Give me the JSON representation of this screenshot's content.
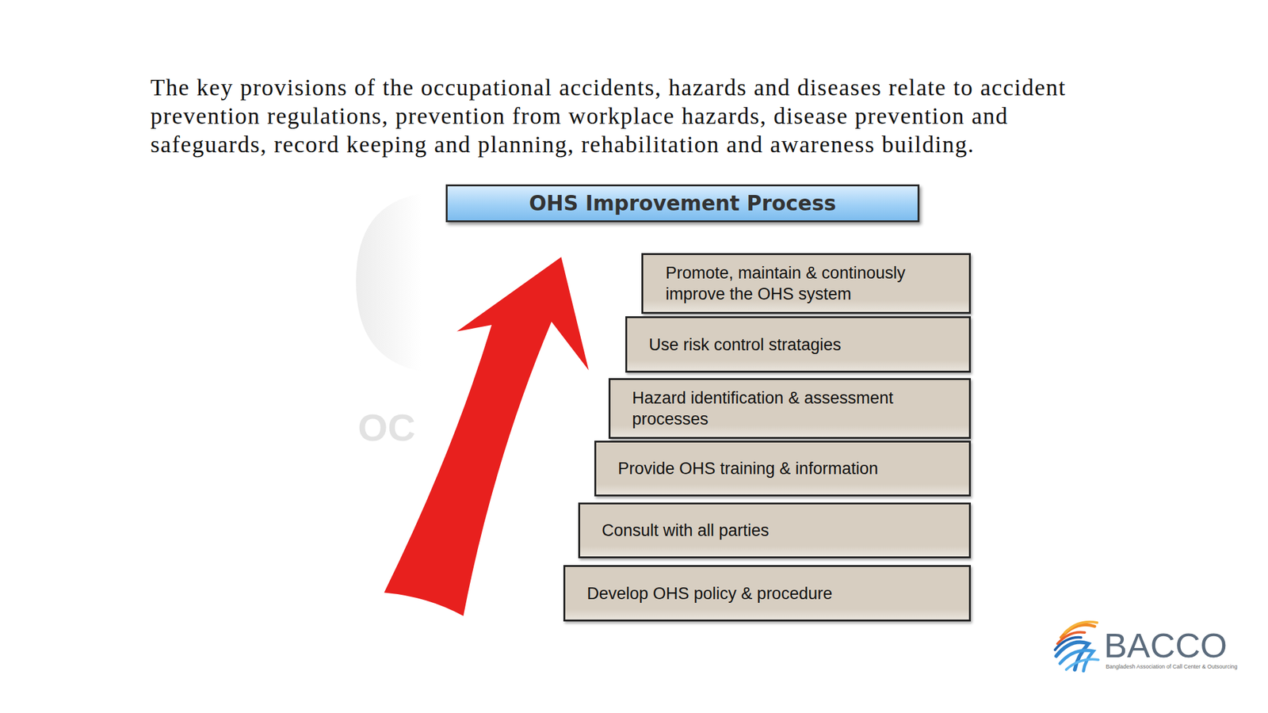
{
  "diagram": {
    "title": "OHS Improvement Process",
    "nodes": [
      {
        "text": [
          "Promote, maintain & continously improve the OHS system"
        ]
      },
      {
        "text": [
          "Use risk control stratagies"
        ]
      },
      {
        "text": [
          "Hazard identification & assessment processes"
        ]
      },
      {
        "text": [
          "Provide OHS training & information"
        ]
      },
      {
        "text": [
          "Consult with all parties"
        ]
      },
      {
        "text": [
          "Develop OHS policy & procedure"
        ]
      }
    ],
    "labels": [
      "The key provisions of the occupational accidents, hazards and diseases relate to accident prevention regulations, prevention from workplace hazards,  disease prevention and safeguards, record keeping and planning, rehabilitation and awareness building.",
      "OC",
      "BACCO",
      "Bangladesh Association of Call Center & Outsourcing"
    ]
  }
}
